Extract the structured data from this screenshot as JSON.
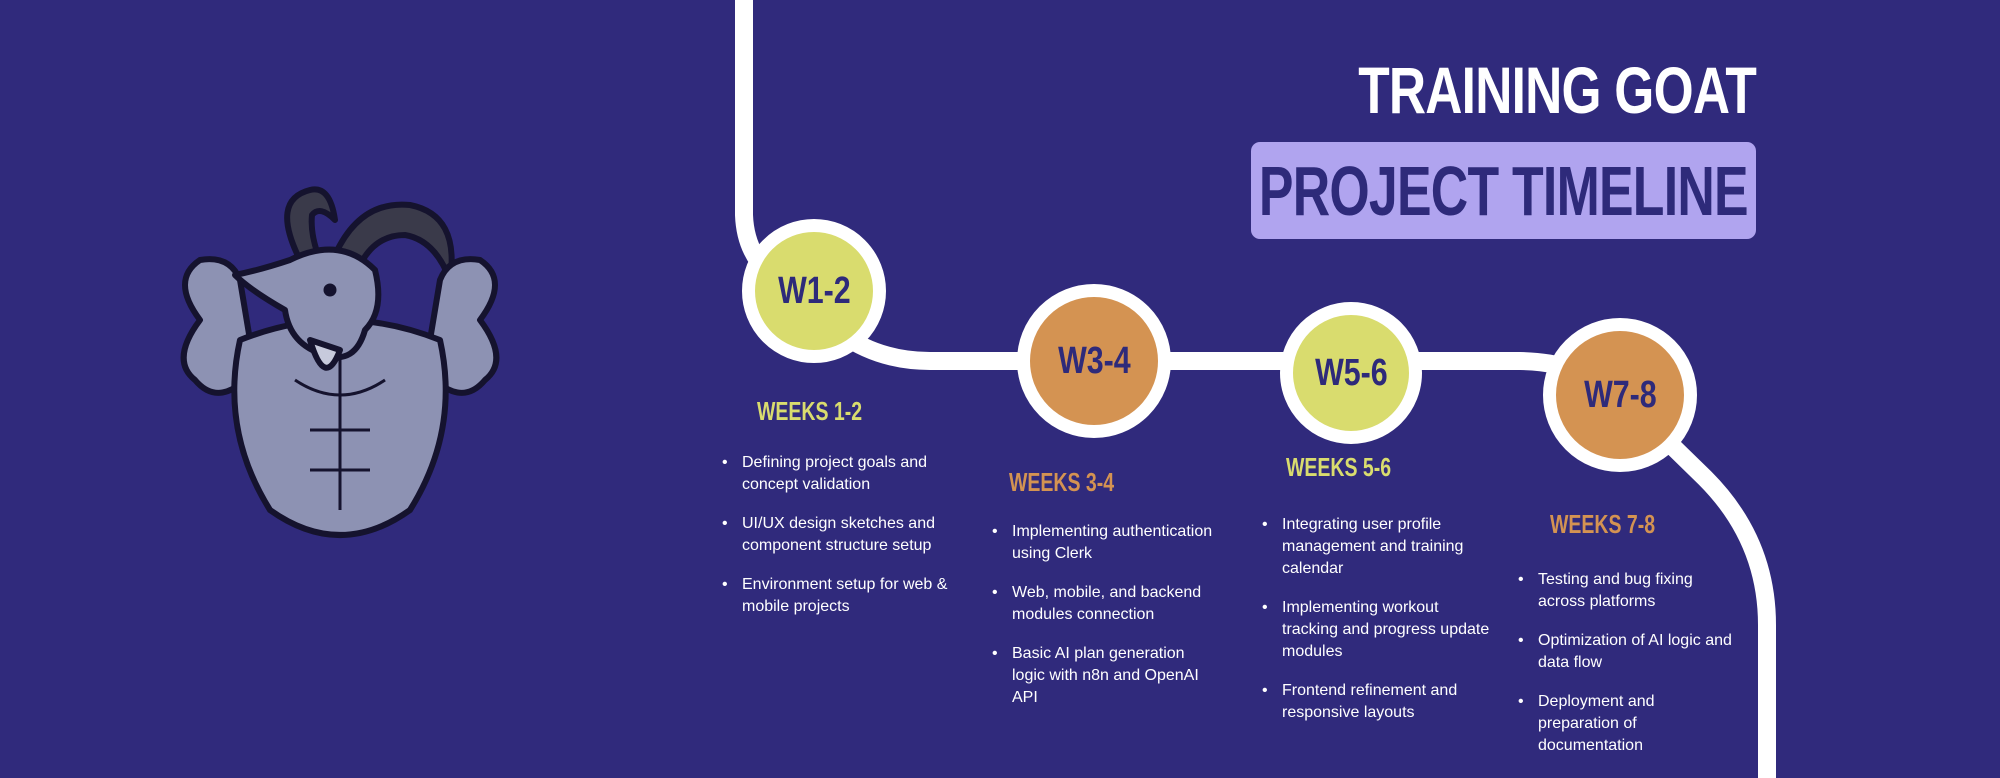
{
  "header": {
    "title": "TRAINING GOAT",
    "subtitle": "PROJECT TIMELINE"
  },
  "colors": {
    "background": "#302a7c",
    "yellow": "#d9dc6e",
    "orange": "#d49352",
    "subtitle_bg": "#b0a4ef",
    "text_dark": "#2e2a7a"
  },
  "logo": {
    "icon": "flexing-goat-mascot"
  },
  "milestones": [
    {
      "badge": "W1-2",
      "heading": "WEEKS 1-2",
      "items": [
        "Defining project goals and concept validation",
        "UI/UX design sketches and component structure setup",
        "Environment setup for web & mobile projects"
      ]
    },
    {
      "badge": "W3-4",
      "heading": "WEEKS 3-4",
      "items": [
        "Implementing authentication using Clerk",
        "Web, mobile, and backend modules connection",
        "Basic AI plan generation logic with n8n and OpenAI API"
      ]
    },
    {
      "badge": "W5-6",
      "heading": "WEEKS 5-6",
      "items": [
        "Integrating user profile management and training calendar",
        "Implementing workout tracking and progress update modules",
        "Frontend refinement and responsive layouts"
      ]
    },
    {
      "badge": "W7-8",
      "heading": "WEEKS 7-8",
      "items": [
        "Testing and bug fixing across platforms",
        "Optimization of AI logic and data flow",
        "Deployment and preparation of documentation"
      ]
    }
  ]
}
